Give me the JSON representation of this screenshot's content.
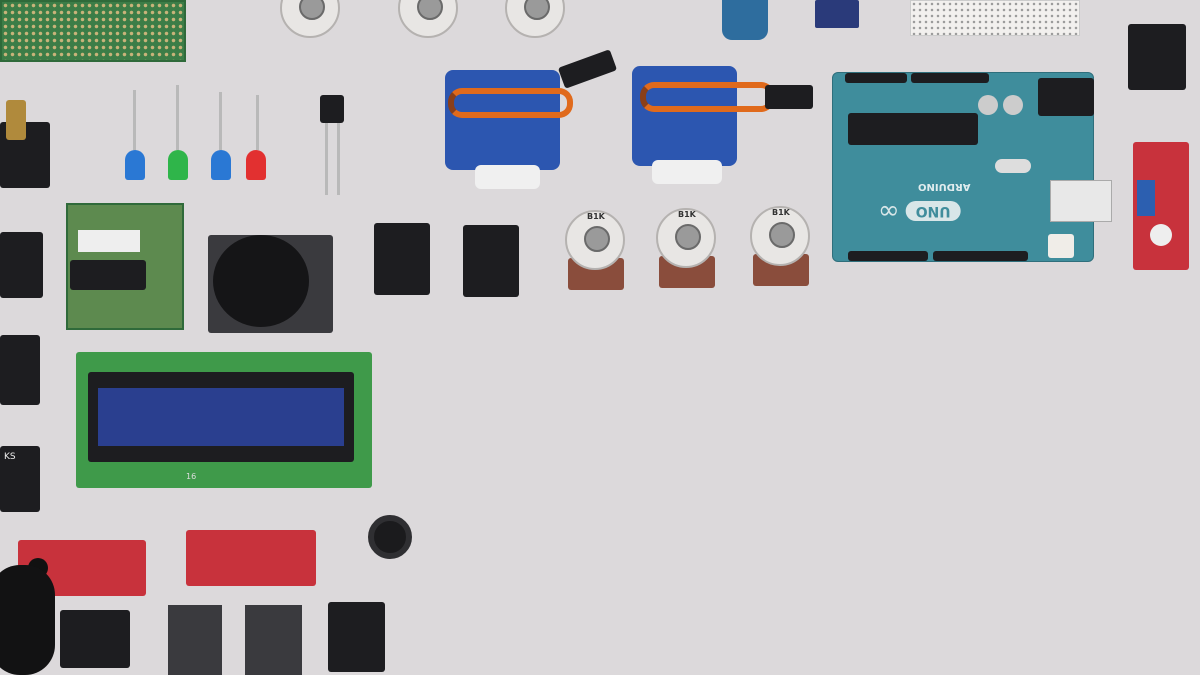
{
  "scene": {
    "background_color": "#dcd9db",
    "arduino": {
      "logo_text": "UNO",
      "brand_text": "ARDUINO",
      "board_color": "#3f8d9c"
    },
    "potentiometer_label": "B1K",
    "sensor_module_label": "KS",
    "lcd_label": "16",
    "lcd_screen_color": "#2a3f8f",
    "led_colors": [
      "#2a78d4",
      "#2fb54a",
      "#2a78d4",
      "#e23030"
    ]
  }
}
